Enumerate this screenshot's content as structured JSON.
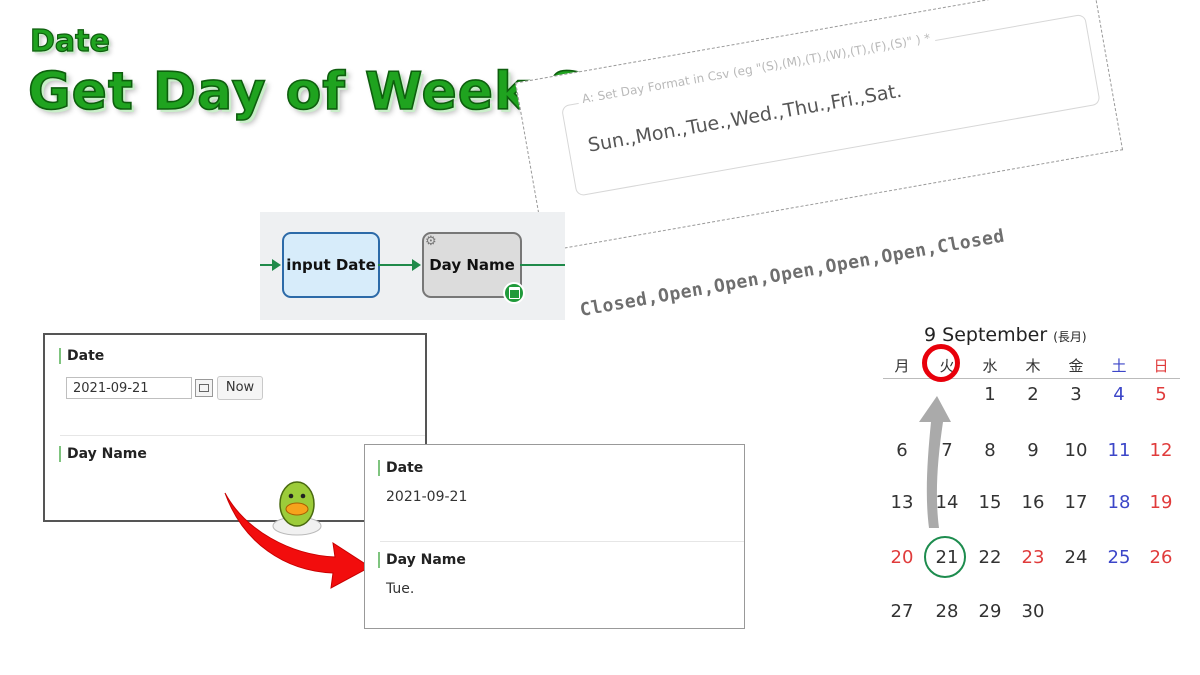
{
  "title": {
    "category": "Date",
    "main": "Get Day of Week String"
  },
  "config": {
    "field_label": "A: Set Day Format in Csv (eg \"(S),(M),(T),(W),(T),(F),(S)\" ) *",
    "field_value": "Sun.,Mon.,Tue.,Wed.,Thu.,Fri.,Sat."
  },
  "status_csv": "Closed,Open,Open,Open,Open,Open,Closed",
  "workflow": {
    "nodes": [
      "input Date",
      "Day Name"
    ]
  },
  "form_input": {
    "date_label": "Date",
    "date_value": "2021-09-21",
    "now_label": "Now",
    "dayname_label": "Day Name"
  },
  "form_output": {
    "date_label": "Date",
    "date_value": "2021-09-21",
    "dayname_label": "Day Name",
    "dayname_value": "Tue."
  },
  "calendar": {
    "month_number": "9",
    "month_name": "September",
    "month_alt": "(長月)",
    "weekdays": [
      "月",
      "火",
      "水",
      "木",
      "金",
      "土",
      "日"
    ],
    "weeks": [
      [
        "",
        "",
        "1",
        "2",
        "3",
        "4",
        "5"
      ],
      [
        "6",
        "7",
        "8",
        "9",
        "10",
        "11",
        "12"
      ],
      [
        "13",
        "14",
        "15",
        "16",
        "17",
        "18",
        "19"
      ],
      [
        "20",
        "21",
        "22",
        "23",
        "24",
        "25",
        "26"
      ],
      [
        "27",
        "28",
        "29",
        "30",
        "",
        "",
        ""
      ]
    ],
    "holiday_dates": [
      "20",
      "23"
    ],
    "highlight_weekday": "火",
    "highlight_date": "21"
  },
  "colors": {
    "title": "#1fa31f",
    "accent_green": "#1d8c4e",
    "highlight_red": "#e8000b",
    "saturday": "#3c46c8",
    "sunday": "#e03b3b"
  }
}
